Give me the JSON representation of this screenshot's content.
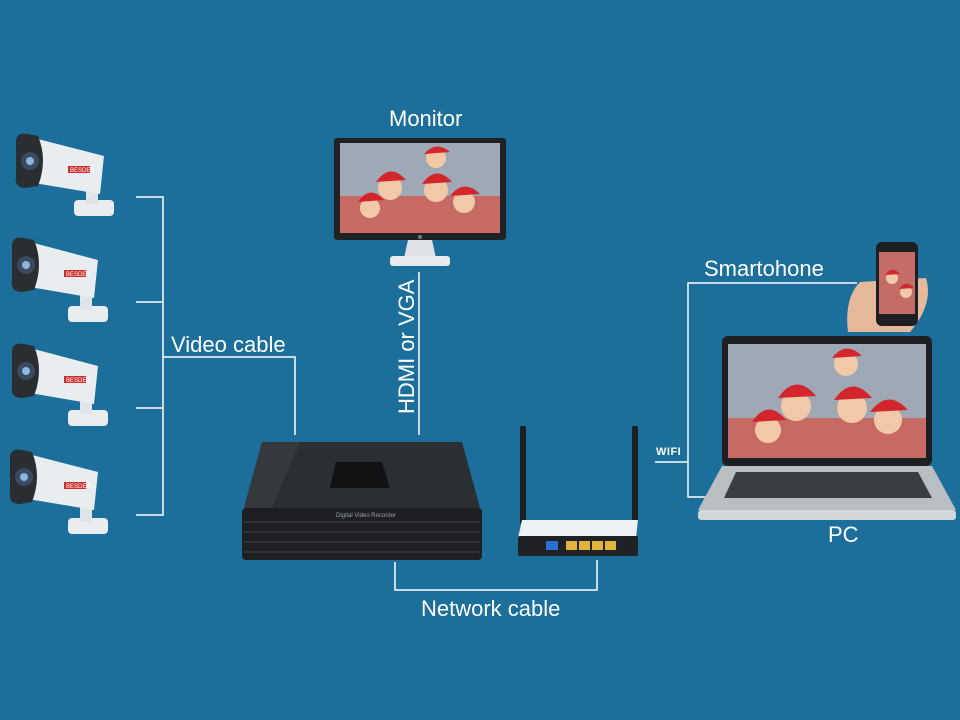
{
  "colors": {
    "background": "#1b6f9a",
    "line": "#ffffff",
    "camera_body": "#e9edf0",
    "camera_front": "#2a2d31",
    "device_dark": "#1d1f22",
    "router_port": "#e2b33a",
    "router_port_blue": "#2b6fd0",
    "santa_red": "#d3262c"
  },
  "labels": {
    "monitor": "Monitor",
    "smartphone": "Smartohone",
    "video_cable": "Video cable",
    "hdmi_vga": "HDMI or VGA",
    "wifi": "WIFI",
    "pc": "PC",
    "network_cable": "Network cable",
    "dvr_faceplate": "Digital Video Recorder",
    "camera_brand": "BESDER"
  },
  "devices": {
    "cameras": [
      "camera-1",
      "camera-2",
      "camera-3",
      "camera-4"
    ],
    "recorder": "dvr-recorder",
    "router": "wifi-router",
    "monitor": "monitor",
    "laptop": "laptop",
    "phone": "smartphone"
  }
}
